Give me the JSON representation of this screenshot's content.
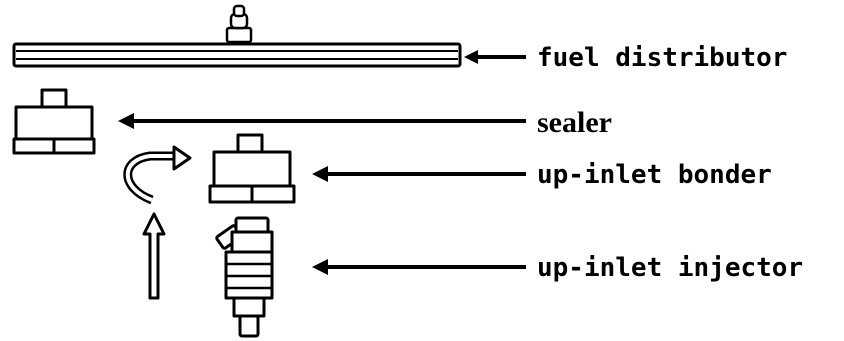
{
  "labels": {
    "fuel_distributor": "fuel distributor",
    "sealer": "sealer",
    "up_inlet_bonder": "up-inlet bonder",
    "up_inlet_injector": "up-inlet injector"
  },
  "colors": {
    "ink": "#000000",
    "background": "#ffffff"
  },
  "icons": {
    "hook_arrow": "curved-return-arrow-icon",
    "up_arrow": "hollow-up-arrow-icon"
  }
}
